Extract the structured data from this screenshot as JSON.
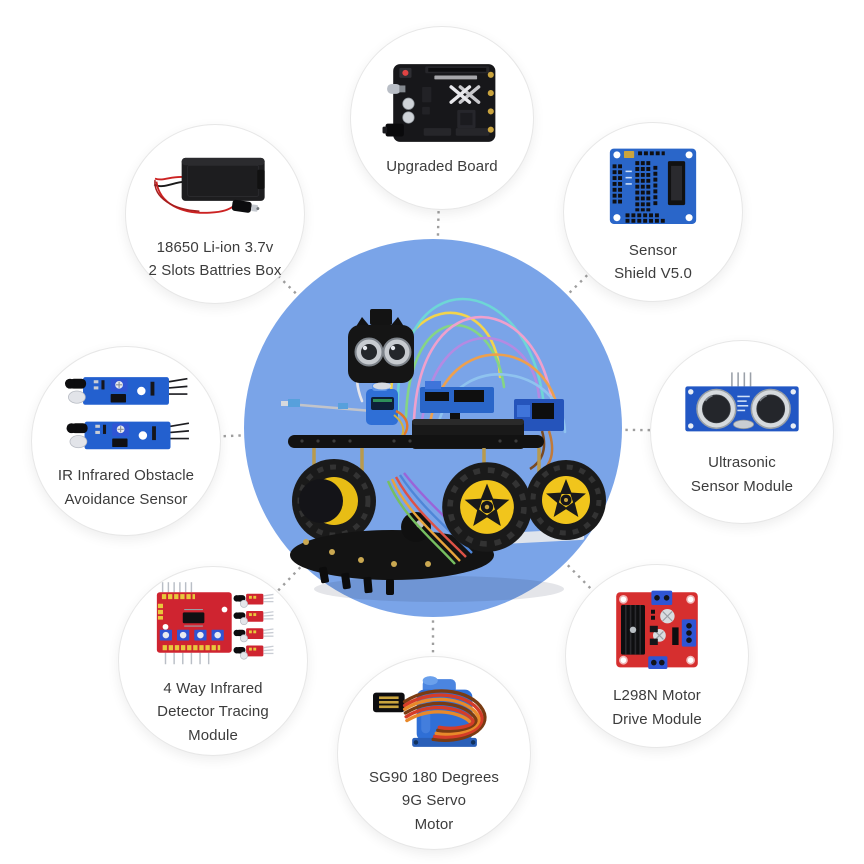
{
  "title": "Robot car kit component diagram",
  "colors": {
    "background": "#ffffff",
    "hub": "#7aa4e8",
    "connector": "#9e9e9e",
    "label_text": "#3c3c3c",
    "pcb_red": "#d62f2f",
    "pcb_blue": "#2a66c9",
    "wheel_yellow": "#f1c51c"
  },
  "hub": {
    "image": "assembled-4wd-smart-robot-car-photo"
  },
  "components": [
    {
      "id": "upgraded-board",
      "position": "top",
      "label": "Upgraded Board",
      "image": "black-arduino-style-controller-board"
    },
    {
      "id": "sensor-shield",
      "position": "top-right",
      "label": "Sensor\nShield V5.0",
      "image": "blue-sensor-shield-v5-board"
    },
    {
      "id": "ultrasonic",
      "position": "right",
      "label": "Ultrasonic\nSensor Module",
      "image": "hc-sr04-ultrasonic-module"
    },
    {
      "id": "motor-driver",
      "position": "bottom-right",
      "label": "L298N Motor\nDrive Module",
      "image": "l298n-red-motor-driver-board"
    },
    {
      "id": "servo-motor",
      "position": "bottom",
      "label": "SG90 180 Degrees\n9G Servo\nMotor",
      "image": "blue-sg90-micro-servo"
    },
    {
      "id": "tracing-module",
      "position": "bottom-left",
      "label": "4 Way Infrared\nDetector Tracing\nModule",
      "image": "red-4-channel-ir-tracking-board"
    },
    {
      "id": "ir-obstacle",
      "position": "left",
      "label": "IR Infrared Obstacle\nAvoidance Sensor",
      "image": "two-blue-ir-obstacle-sensor-modules"
    },
    {
      "id": "battery-box",
      "position": "top-left",
      "label": "18650 Li-ion 3.7v\n2 Slots Battries Box",
      "image": "black-2-slot-18650-battery-holder"
    }
  ]
}
